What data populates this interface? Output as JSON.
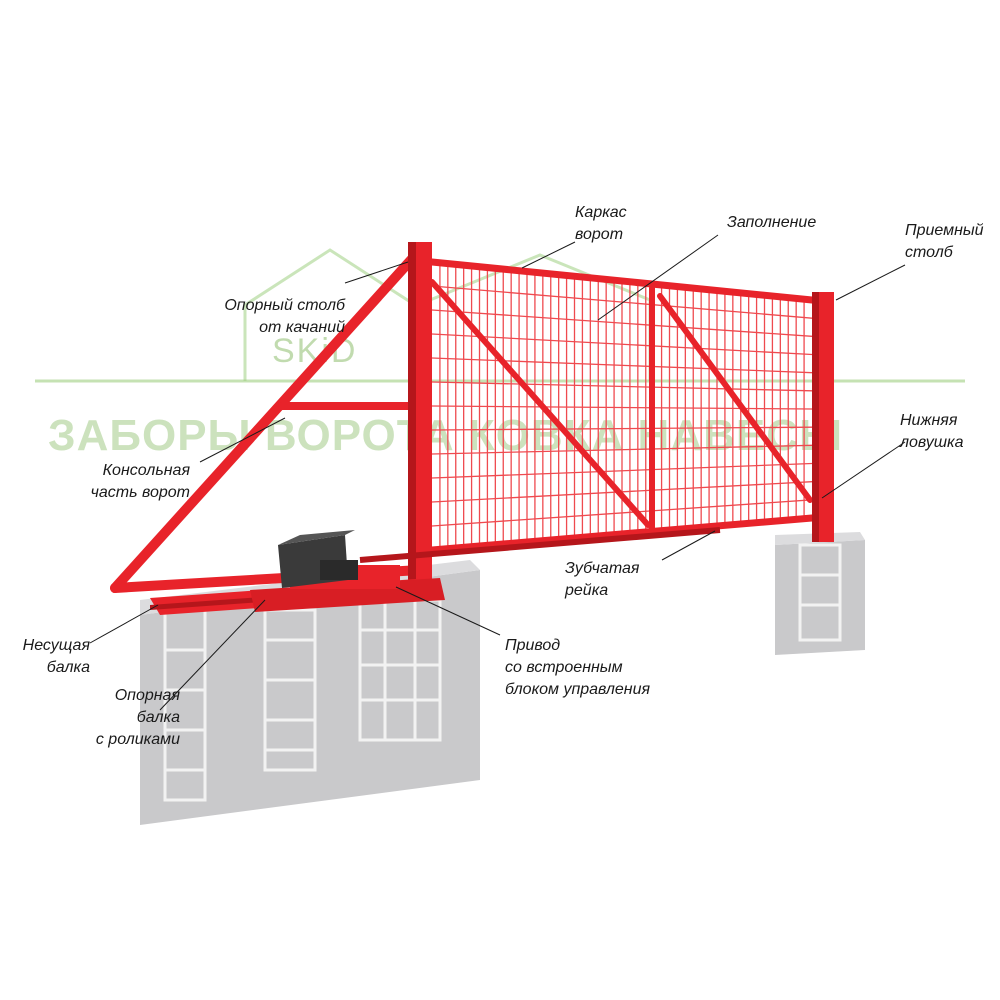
{
  "watermark": {
    "brand": "SKiD",
    "slogan": "ЗАБОРЫ ВОРОТА КОВКА НАВЕСЫ"
  },
  "labels": {
    "frame": [
      "Каркас",
      "ворот"
    ],
    "infill": [
      "Заполнение"
    ],
    "receiving_post": [
      "Приемный",
      "столб"
    ],
    "support_post": [
      "Опорный столб",
      "от качаний"
    ],
    "lower_catcher": [
      "Нижняя",
      "ловушка"
    ],
    "cantilever": [
      "Консольная",
      "часть ворот"
    ],
    "gear_rack": [
      "Зубчатая",
      "рейка"
    ],
    "bearing_beam": [
      "Несущая",
      "балка"
    ],
    "drive": [
      "Привод",
      "со встроенным",
      "блоком управления"
    ],
    "roller_beam": [
      "Опорная",
      "балка",
      "с роликами"
    ]
  },
  "colors": {
    "frame": "#e8232a",
    "frame_dark": "#b5161b",
    "mesh": "#ef4a4f",
    "concrete": "#c9c9cb",
    "concrete_dark": "#a9a9ab",
    "rebar": "#f2f2f2",
    "drive": "#3a3a3a"
  }
}
